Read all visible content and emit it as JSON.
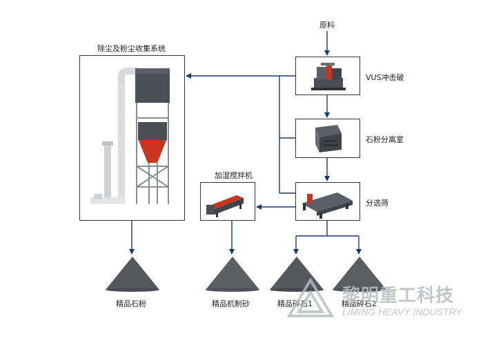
{
  "nodes": {
    "raw_material": "原料",
    "vus_crusher": "VUS冲击破",
    "stone_powder_separator": "石粉分离室",
    "screen": "分选筛",
    "mixer": "加湿搅拌机",
    "dust_system": "除尘及粉尘收集系统"
  },
  "products": {
    "stone_powder": "精品石粉",
    "machine_sand": "精品机制砂",
    "gravel_1": "精品碎石1",
    "gravel_2": "精品碎石2"
  },
  "watermark": {
    "cn": "黎明重工科技",
    "en": "LIMING HEAVY INDUSTRY"
  },
  "colors": {
    "arrow": "#1a3a6e",
    "box_border": "#333333",
    "machine_dark": "#4a4e55",
    "machine_red": "#c8341e",
    "pile": "#55585c"
  }
}
